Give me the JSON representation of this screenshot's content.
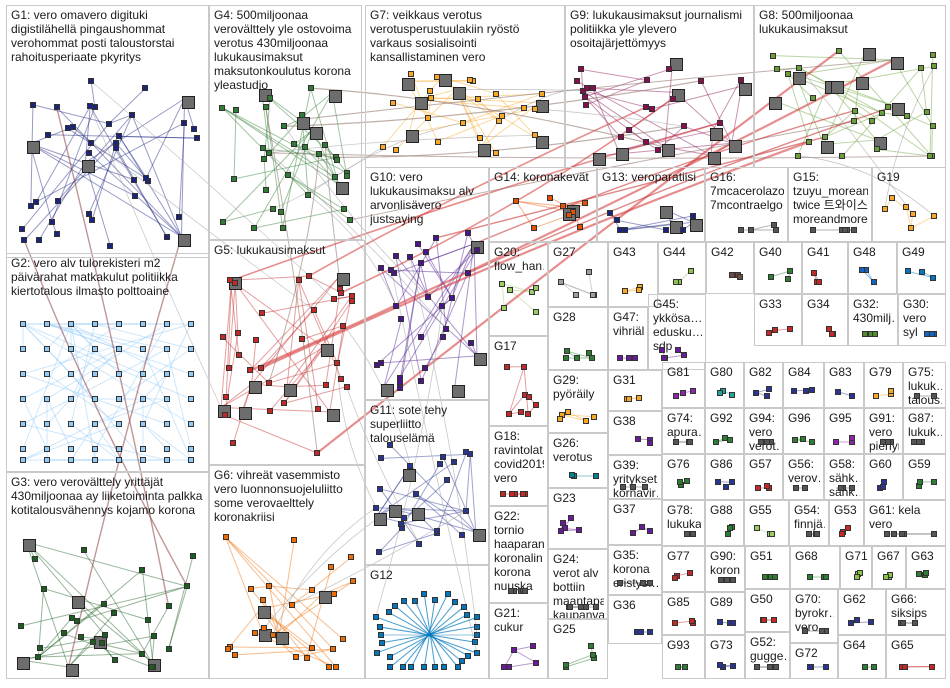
{
  "groups": [
    {
      "id": "G1",
      "label": "G1: vero omavero digituki digistilähellä pingaushommat verohommat posti taloustorstai rahoitusperiaate pkyritys",
      "color": "#1a237e"
    },
    {
      "id": "G4",
      "label": "G4: 500miljoonaa verovälttely yle ostovoima verotus 430miljoonaa lukukausimaksut maksutonkoulutus korona yleastudio",
      "color": "#2e7d32"
    },
    {
      "id": "G7",
      "label": "G7: veikkaus verotus verotusperustuulakiin ryöstö varkaus sosialisointi kansallistaminen vero",
      "color": "#f9a825"
    },
    {
      "id": "G9",
      "label": "G9: lukukausimaksut journalismi politiikka yle ylevero osoitajärjettömyys",
      "color": "#880e4f"
    },
    {
      "id": "G8",
      "label": "G8: 500miljoonaa lukukausimaksut",
      "color": "#689f38"
    },
    {
      "id": "G2",
      "label": "G2: vero alv tulorekisteri m2 päivärahat matkakulut politiikka kiertotalous ilmasto polttoaine",
      "color": "#90caf9"
    },
    {
      "id": "G5",
      "label": "G5: lukukausimaksut",
      "color": "#c62828"
    },
    {
      "id": "G10",
      "label": "G10: vero lukukausimaksu alv arvonlisävero justsaying",
      "color": "#4a148c"
    },
    {
      "id": "G14",
      "label": "G14: koronakevät",
      "color": "#e65100"
    },
    {
      "id": "G13",
      "label": "G13: veroparatiisi",
      "color": "#1a237e"
    },
    {
      "id": "G16",
      "label": "G16: 7mcacerolazo 7mcontraelgo…",
      "color": "#555555"
    },
    {
      "id": "G15",
      "label": "G15: tzuyu_morean… twice 트와이스 moreandmore",
      "color": "#555555"
    },
    {
      "id": "G19",
      "label": "G19",
      "color": "#f9a825"
    },
    {
      "id": "G20",
      "label": "G20: flow_han…",
      "color": "#9ccc65"
    },
    {
      "id": "G27",
      "label": "G27",
      "color": "#9e9e9e"
    },
    {
      "id": "G43",
      "label": "G43",
      "color": "#f9a825"
    },
    {
      "id": "G44",
      "label": "G44",
      "color": "#8bc34a"
    },
    {
      "id": "G42",
      "label": "G42",
      "color": "#6d4c41"
    },
    {
      "id": "G40",
      "label": "G40",
      "color": "#2e7d32"
    },
    {
      "id": "G41",
      "label": "G41",
      "color": "#c62828"
    },
    {
      "id": "G48",
      "label": "G48",
      "color": "#1565c0"
    },
    {
      "id": "G49",
      "label": "G49",
      "color": "#0277bd"
    },
    {
      "id": "G28",
      "label": "G28",
      "color": "#2e7d32"
    },
    {
      "id": "G47",
      "label": "G47: vihriälä",
      "color": "#6a1b9a"
    },
    {
      "id": "G45",
      "label": "G45: ykkösa… edusku… sdp",
      "color": "#6a1b9a"
    },
    {
      "id": "G33",
      "label": "G33",
      "color": "#c62828"
    },
    {
      "id": "G34",
      "label": "G34",
      "color": "#c62828"
    },
    {
      "id": "G32",
      "label": "G32: 430milj…",
      "color": "#558b2f"
    },
    {
      "id": "G30",
      "label": "G30: vero syl",
      "color": "#1565c0"
    },
    {
      "id": "G2x",
      "label": "",
      "color": "#90caf9"
    },
    {
      "id": "G17",
      "label": "G17",
      "color": "#c62828"
    },
    {
      "id": "G29",
      "label": "G29: pyöräily",
      "color": "#f9a825"
    },
    {
      "id": "G31",
      "label": "G31",
      "color": "#f9a825"
    },
    {
      "id": "G81",
      "label": "G81",
      "color": "#8e24aa"
    },
    {
      "id": "G80",
      "label": "G80",
      "color": "#26a69a"
    },
    {
      "id": "G82",
      "label": "G82",
      "color": "#283593"
    },
    {
      "id": "G84",
      "label": "G84",
      "color": "#283593"
    },
    {
      "id": "G83",
      "label": "G83",
      "color": "#283593"
    },
    {
      "id": "G79",
      "label": "G79",
      "color": "#f9a825"
    },
    {
      "id": "G75",
      "label": "G75: lukuk… talous…",
      "color": "#555555"
    },
    {
      "id": "G38",
      "label": "G38",
      "color": "#6a1b9a"
    },
    {
      "id": "G74",
      "label": "G74: apura…",
      "color": "#555555"
    },
    {
      "id": "G92",
      "label": "G92",
      "color": "#2e7d32"
    },
    {
      "id": "G94",
      "label": "G94: vero verot…",
      "color": "#555555"
    },
    {
      "id": "G96",
      "label": "G96",
      "color": "#2e7d32"
    },
    {
      "id": "G95",
      "label": "G95",
      "color": "#8e24aa"
    },
    {
      "id": "G91",
      "label": "G91: vero pienyr…",
      "color": "#555555"
    },
    {
      "id": "G87",
      "label": "G87: lukuk…",
      "color": "#555555"
    },
    {
      "id": "G18",
      "label": "G18: ravintolat covid2019 vero",
      "color": "#c62828"
    },
    {
      "id": "G26",
      "label": "G26: verotus",
      "color": "#00838f"
    },
    {
      "id": "G76",
      "label": "G76",
      "color": "#2e7d32"
    },
    {
      "id": "G86",
      "label": "G86",
      "color": "#283593"
    },
    {
      "id": "G57",
      "label": "G57",
      "color": "#c62828"
    },
    {
      "id": "G56",
      "label": "G56: verov…",
      "color": "#555555"
    },
    {
      "id": "G58",
      "label": "G58: sähk… sähk…",
      "color": "#555555"
    },
    {
      "id": "G60",
      "label": "G60",
      "color": "#283593"
    },
    {
      "id": "G59",
      "label": "G59",
      "color": "#2e7d32"
    },
    {
      "id": "G39",
      "label": "G39: yritykset kornavir…",
      "color": "#555555"
    },
    {
      "id": "G23",
      "label": "G23",
      "color": "#6a1b9a"
    },
    {
      "id": "G78",
      "label": "G78: lukuka…",
      "color": "#555555"
    },
    {
      "id": "G88",
      "label": "G88",
      "color": "#2e7d32"
    },
    {
      "id": "G55",
      "label": "G55",
      "color": "#9ccc65"
    },
    {
      "id": "G54",
      "label": "G54: finnjä…",
      "color": "#555555"
    },
    {
      "id": "G53",
      "label": "G53",
      "color": "#c62828"
    },
    {
      "id": "G52x",
      "label": "G52",
      "color": "#8e24aa"
    },
    {
      "id": "G61",
      "label": "G61: kela vero",
      "color": "#555555"
    },
    {
      "id": "G3",
      "label": "G3: vero verovälttely yrittäjät 430miljoonaa ay liiketoiminta palkka kotitalousvähennys kojamo korona",
      "color": "#1b5e20"
    },
    {
      "id": "G6",
      "label": "G6: vihreät vasemmisto vero luonnonsuojeluliitto some verovaelttely koronakriisi",
      "color": "#ef6c00"
    },
    {
      "id": "G11",
      "label": "G11: sote tehy superliitto talouselämä",
      "color": "#283593"
    },
    {
      "id": "G22",
      "label": "G22: tornio haaparan… koronalin… korona nuuska",
      "color": "#555555"
    },
    {
      "id": "G24",
      "label": "G24: verot alv bottiin maantapa kaupanva…",
      "color": "#555555"
    },
    {
      "id": "G37",
      "label": "G37",
      "color": "#6a1b9a"
    },
    {
      "id": "G77",
      "label": "G77",
      "color": "#c62828"
    },
    {
      "id": "G90",
      "label": "G90: koron…",
      "color": "#555555"
    },
    {
      "id": "G51",
      "label": "G51",
      "color": "#2e7d32"
    },
    {
      "id": "G68",
      "label": "G68",
      "color": "#2e7d32"
    },
    {
      "id": "G71",
      "label": "G71",
      "color": "#8bc34a"
    },
    {
      "id": "G67",
      "label": "G67",
      "color": "#8bc34a"
    },
    {
      "id": "G63",
      "label": "G63",
      "color": "#2e7d32"
    },
    {
      "id": "G12",
      "label": "G12",
      "color": "#0277bd"
    },
    {
      "id": "G21",
      "label": "G21: cukur",
      "color": "#6a1b9a"
    },
    {
      "id": "G35",
      "label": "G35: korona eristys…",
      "color": "#555555"
    },
    {
      "id": "G85",
      "label": "G85",
      "color": "#c62828"
    },
    {
      "id": "G89",
      "label": "G89",
      "color": "#283593"
    },
    {
      "id": "G50",
      "label": "G50",
      "color": "#c62828"
    },
    {
      "id": "G70",
      "label": "G70: byrokr… vero",
      "color": "#555555"
    },
    {
      "id": "G62",
      "label": "G62",
      "color": "#283593"
    },
    {
      "id": "G66",
      "label": "G66: siksips",
      "color": "#555555"
    },
    {
      "id": "G25",
      "label": "G25",
      "color": "#2e7d32"
    },
    {
      "id": "G36",
      "label": "G36",
      "color": "#283593"
    },
    {
      "id": "G93",
      "label": "G93",
      "color": "#2e7d32"
    },
    {
      "id": "G73",
      "label": "G73",
      "color": "#283593"
    },
    {
      "id": "G52",
      "label": "G52: gugge…",
      "color": "#555555"
    },
    {
      "id": "G72",
      "label": "G72",
      "color": "#283593"
    },
    {
      "id": "G64",
      "label": "G64",
      "color": "#2e7d32"
    },
    {
      "id": "G65",
      "label": "G65",
      "color": "#c62828"
    }
  ]
}
